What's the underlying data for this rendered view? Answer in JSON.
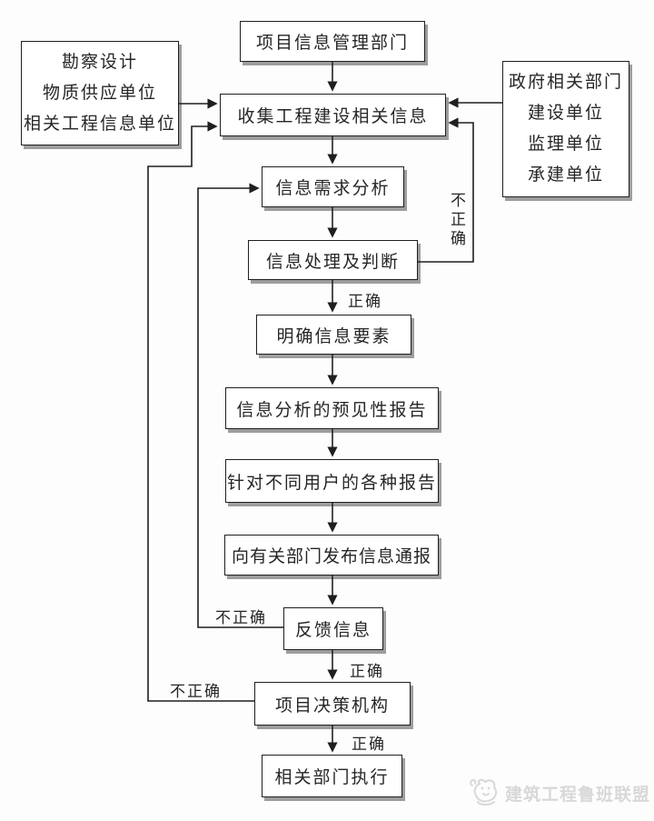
{
  "boxes": {
    "project_info_dept": "项目信息管理部门",
    "left_sources": [
      "勘察设计",
      "物质供应单位",
      "相关工程信息单位"
    ],
    "right_sources": [
      "政府相关部门",
      "建设单位",
      "监理单位",
      "承建单位"
    ],
    "collect": "收集工程建设相关信息",
    "demand_analysis": "信息需求分析",
    "processing_judgement": "信息处理及判断",
    "clarify_elements": "明确信息要素",
    "forecast_report": "信息分析的预见性报告",
    "user_reports": "针对不同用户的各种报告",
    "publish_bulletin": "向有关部门发布信息通报",
    "feedback": "反馈信息",
    "decision_body": "项目决策机构",
    "execute": "相关部门执行"
  },
  "edge_labels": {
    "incorrect_right": "不正确",
    "correct_after_processing": "正确",
    "incorrect_feedback": "不正确",
    "correct_after_feedback": "正确",
    "incorrect_decision": "不正确",
    "correct_after_decision": "正确"
  },
  "watermark": "建筑工程鲁班联盟",
  "colors": {
    "line": "#1f1f1f",
    "box_border": "#1f1f1f",
    "box_fill": "#ffffff",
    "box_shadow": "#6e6e6e",
    "text": "#262626",
    "watermark": "#d8d8d8",
    "background": "#fdfdfd"
  }
}
